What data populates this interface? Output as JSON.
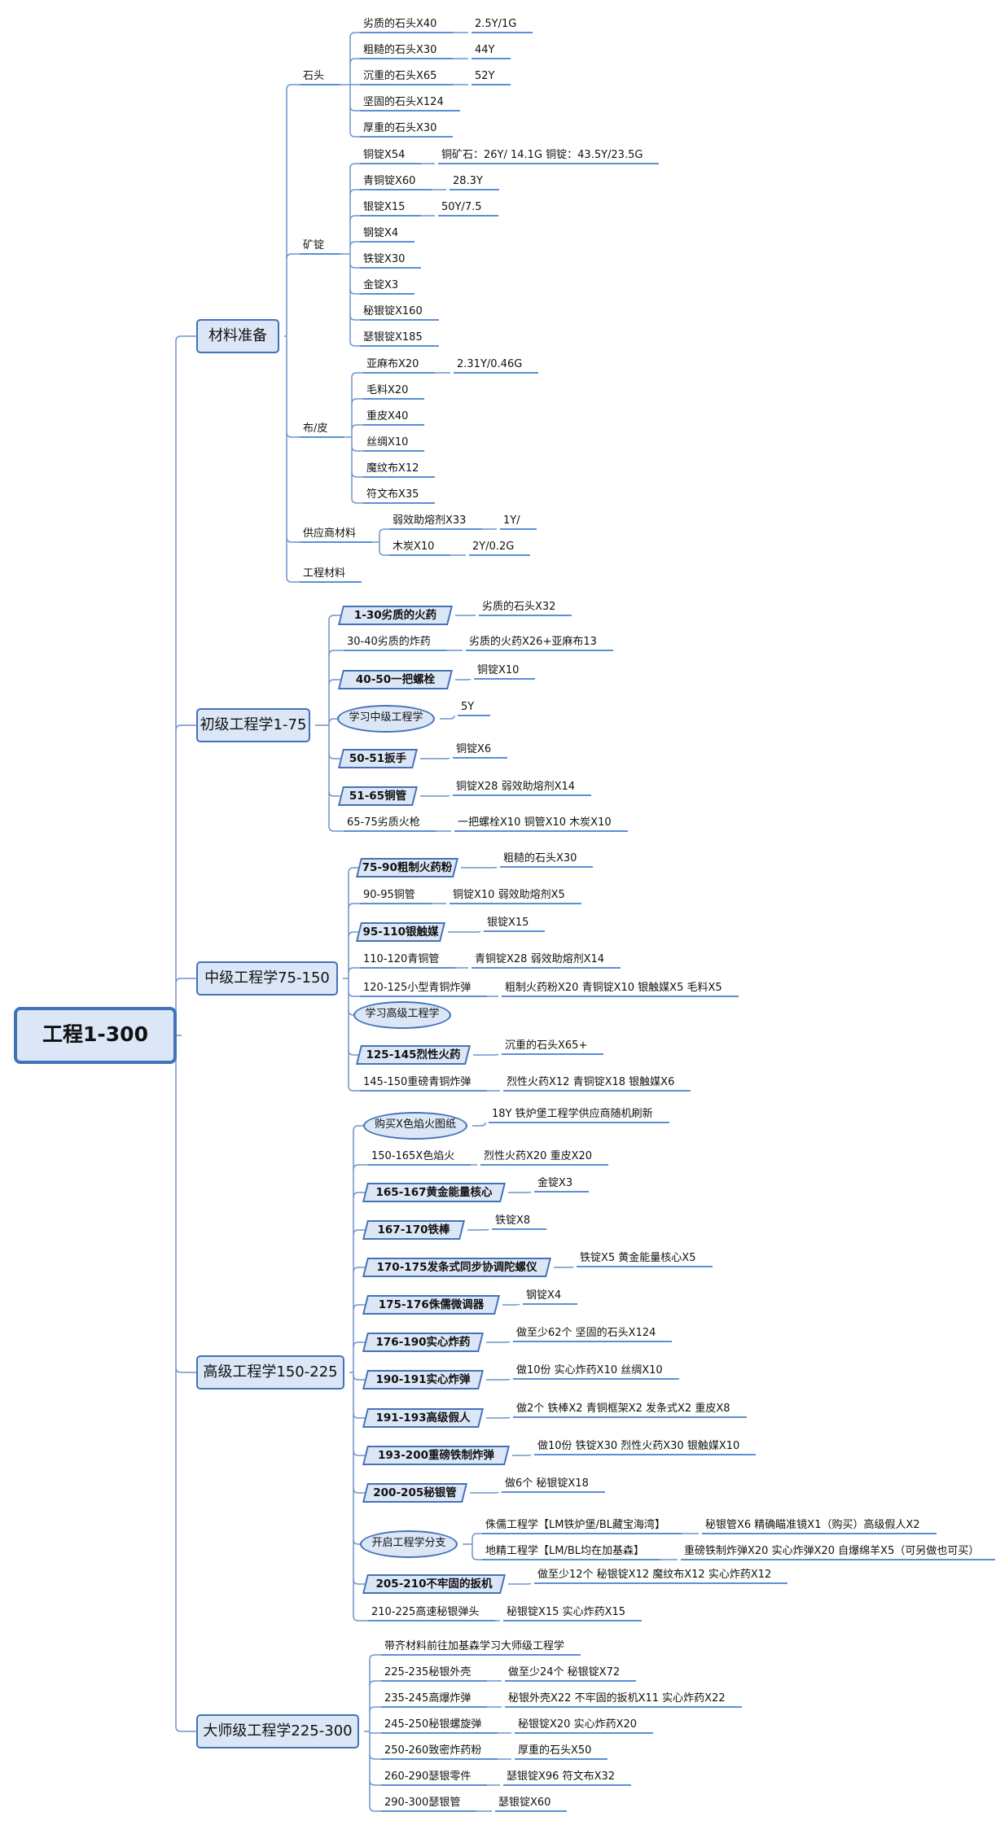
{
  "root": "工程1-300",
  "branches": {
    "materials": {
      "title": "材料准备",
      "stone": {
        "title": "石头",
        "items": [
          "劣质的石头X40",
          "粗糙的石头X30",
          "沉重的石头X65",
          "坚固的石头X124",
          "厚重的石头X30"
        ],
        "notes": [
          "2.5Y/1G",
          "44Y",
          "52Y"
        ]
      },
      "ingot": {
        "title": "矿锭",
        "items": [
          "铜锭X54",
          "青铜锭X60",
          "银锭X15",
          "钢锭X4",
          "铁锭X30",
          "金锭X3",
          "秘银锭X160",
          "瑟银锭X185"
        ],
        "notes": [
          "铜矿石：26Y/ 14.1G 铜锭：43.5Y/23.5G",
          "28.3Y",
          "50Y/7.5"
        ]
      },
      "cloth": {
        "title": "布/皮",
        "items": [
          "亚麻布X20",
          "毛料X20",
          "重皮X40",
          "丝绸X10",
          "魔纹布X12",
          "符文布X35"
        ],
        "notes": [
          "2.31Y/0.46G"
        ]
      },
      "vendor": {
        "title": "供应商材料",
        "items": [
          "弱效助熔剂X33",
          "木炭X10"
        ],
        "notes": [
          "1Y/",
          "2Y/0.2G"
        ]
      },
      "eng": {
        "title": "工程材料"
      }
    },
    "beginner": {
      "title": "初级工程学1-75",
      "items": [
        {
          "label": "1-30劣质的火药",
          "note": "劣质的石头X32"
        },
        {
          "label": "30-40劣质的炸药",
          "note": "劣质的火药X26+亚麻布13"
        },
        {
          "label": "40-50一把螺栓",
          "note": "铜锭X10"
        },
        {
          "label": "学习中级工程学",
          "note": "5Y"
        },
        {
          "label": "50-51扳手",
          "note": "铜锭X6"
        },
        {
          "label": "51-65铜管",
          "note": "铜锭X28 弱效助熔剂X14"
        },
        {
          "label": "65-75劣质火枪",
          "note": "一把螺栓X10 铜管X10 木炭X10"
        }
      ]
    },
    "intermediate": {
      "title": "中级工程学75-150",
      "items": [
        {
          "label": "75-90粗制火药粉",
          "note": "粗糙的石头X30"
        },
        {
          "label": "90-95铜管",
          "note": "铜锭X10 弱效助熔剂X5"
        },
        {
          "label": "95-110银触媒",
          "note": "银锭X15"
        },
        {
          "label": "110-120青铜管",
          "note": "青铜锭X28 弱效助熔剂X14"
        },
        {
          "label": "120-125小型青铜炸弹",
          "note": "粗制火药粉X20 青铜锭X10 银触媒X5 毛料X5"
        },
        {
          "label": "学习高级工程学",
          "note": ""
        },
        {
          "label": "125-145烈性火药",
          "note": "沉重的石头X65+"
        },
        {
          "label": "145-150重磅青铜炸弹",
          "note": "烈性火药X12 青铜锭X18 银触媒X6"
        }
      ]
    },
    "advanced": {
      "title": "高级工程学150-225",
      "items": [
        {
          "label": "购买X色焰火图纸",
          "note": "18Y 铁炉堡工程学供应商随机刷新"
        },
        {
          "label": "150-165X色焰火",
          "note": "烈性火药X20 重皮X20"
        },
        {
          "label": "165-167黄金能量核心",
          "note": "金锭X3"
        },
        {
          "label": "167-170铁棒",
          "note": "铁锭X8"
        },
        {
          "label": "170-175发条式同步协调陀螺仪",
          "note": "铁锭X5 黄金能量核心X5"
        },
        {
          "label": "175-176侏儒微调器",
          "note": "钢锭X4"
        },
        {
          "label": "176-190实心炸药",
          "note": "做至少62个 坚固的石头X124"
        },
        {
          "label": "190-191实心炸弹",
          "note": "做10份 实心炸药X10 丝绸X10"
        },
        {
          "label": "191-193高级假人",
          "note": "做2个 铁棒X2 青铜框架X2 发条式X2 重皮X8"
        },
        {
          "label": "193-200重磅铁制炸弹",
          "note": "做10份 铁锭X30 烈性火药X30 银触媒X10"
        },
        {
          "label": "200-205秘银管",
          "note": "做6个 秘银锭X18"
        },
        {
          "label": "开启工程学分支",
          "note": ""
        },
        {
          "label": "205-210不牢固的扳机",
          "note": "做至少12个 秘银锭X12 魔纹布X12 实心炸药X12"
        },
        {
          "label": "210-225高速秘银弹头",
          "note": "秘银锭X15 实心炸药X15"
        }
      ],
      "split": [
        {
          "label": "侏儒工程学【LM铁炉堡/BL藏宝海湾】",
          "note": "秘银管X6 精确瞄准镜X1（购买）高级假人X2"
        },
        {
          "label": "地精工程学【LM/BL均在加基森】",
          "note": "重磅铁制炸弹X20 实心炸弹X20 自爆绵羊X5（可另做也可买）"
        }
      ]
    },
    "master": {
      "title": "大师级工程学225-300",
      "items": [
        {
          "label": "带齐材料前往加基森学习大师级工程学",
          "note": ""
        },
        {
          "label": "225-235秘银外壳",
          "note": "做至少24个 秘银锭X72"
        },
        {
          "label": "235-245高爆炸弹",
          "note": "秘银外壳X22 不牢固的扳机X11 实心炸药X22"
        },
        {
          "label": "245-250秘银螺旋弹",
          "note": "秘银锭X20 实心炸药X20"
        },
        {
          "label": "250-260致密炸药粉",
          "note": "厚重的石头X50"
        },
        {
          "label": "260-290瑟银零件",
          "note": "瑟银锭X96 符文布X32"
        },
        {
          "label": "290-300瑟银管",
          "note": "瑟银锭X60"
        }
      ]
    }
  }
}
